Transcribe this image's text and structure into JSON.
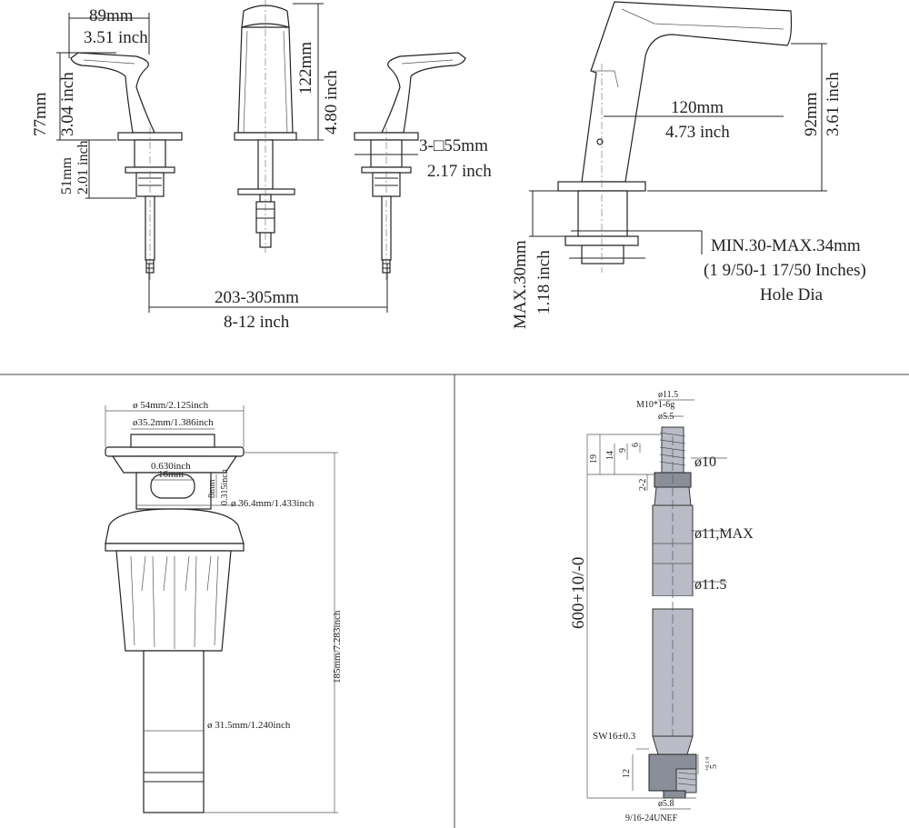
{
  "panels": {
    "top_left": {
      "labels": {
        "width_mm": "89mm",
        "width_in": "3.51 inch",
        "height_mm": "77mm",
        "height_in": "3.04 inch",
        "under_mm": "51mm",
        "under_in": "2.01 inch",
        "spout_mm": "122mm",
        "spout_in": "4.80 inch",
        "base_mm": "3-□55mm",
        "base_in": "2.17 inch",
        "spread_mm": "203-305mm",
        "spread_in": "8-12 inch"
      }
    },
    "top_right": {
      "labels": {
        "reach_mm": "120mm",
        "reach_in": "4.73 inch",
        "height_mm": "92mm",
        "height_in": "3.61 inch",
        "deck_mm": "MAX.30mm",
        "deck_in": "1.18 inch",
        "hole_line1": "MIN.30-MAX.34mm",
        "hole_line2": "(1 9/50-1 17/50 Inches)",
        "hole_line3": "Hole Dia"
      }
    },
    "bottom_left": {
      "labels": {
        "d54": "ø 54mm/2.125inch",
        "d35": "ø35.2mm/1.386inch",
        "w0630": "0.630inch",
        "w16": "16mm",
        "h8": "8mm",
        "h0315": "0.315inch",
        "d364": "ø 36.4mm/1.433inch",
        "h185": "185mm/7.283inch",
        "d315": "ø 31.5mm/1.240inch"
      }
    },
    "bottom_right": {
      "labels": {
        "d115_top": "ø11.5",
        "m10": "M10*1-6g",
        "d55": "ø5.5",
        "n19": "19",
        "n14": "14",
        "n9": "9",
        "n6": "6",
        "n22": "2-2",
        "d10": "ø10",
        "d11max": "ø11,MAX",
        "d115": "ø11.5",
        "len": "600+10/-0",
        "sw16": "SW16±0.3",
        "n12": "12",
        "n5": "5",
        "tol": "+0.1 0",
        "d58": "ø5.8",
        "unef": "9/16-24UNEF"
      }
    }
  }
}
